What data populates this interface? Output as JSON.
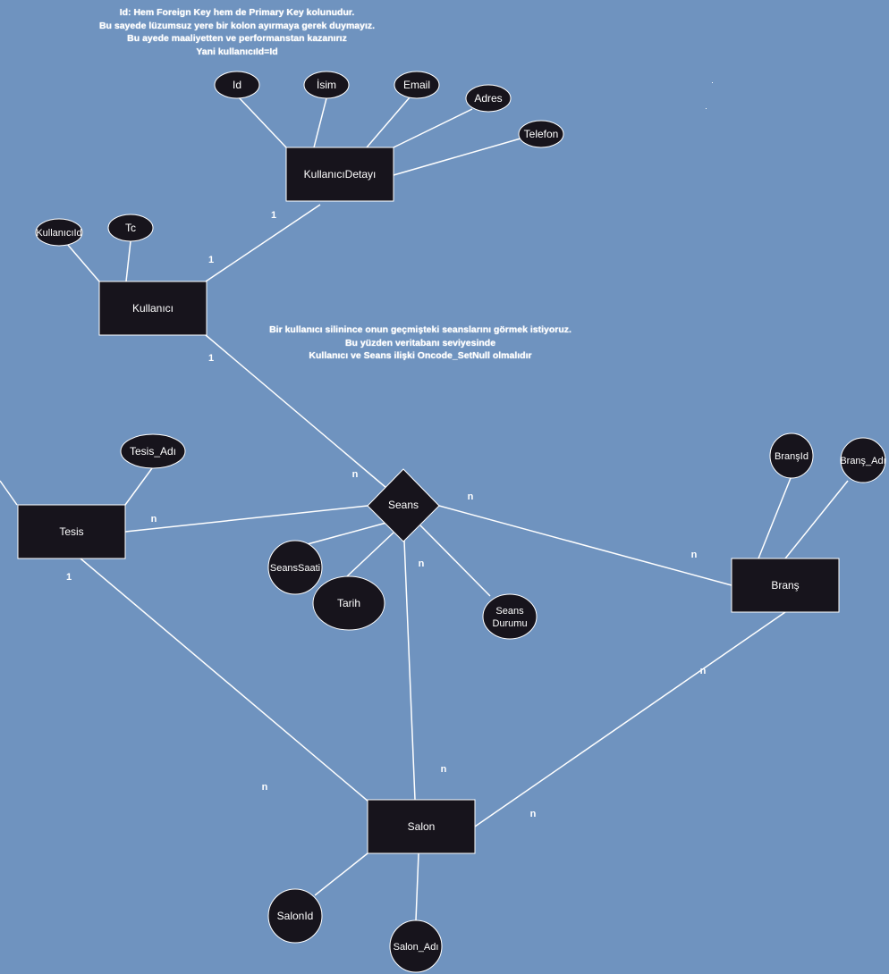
{
  "colors": {
    "background": "#6f93bf",
    "shape_fill": "#17141c",
    "line": "#ffffff",
    "text": "#ffffff"
  },
  "notes": {
    "top": [
      "Id: Hem Foreign Key hem de Primary Key kolunudur.",
      "Bu sayede lüzumsuz yere bir kolon ayırmaya gerek duymayız.",
      "Bu ayede maaliyetten ve performanstan kazanırız",
      "Yani kullanıcıId=Id"
    ],
    "middle": [
      "Bir kullanıcı silinince onun geçmişteki seanslarını görmek istiyoruz.",
      "Bu yüzden veritabanı seviyesinde",
      "Kullanıcı ve Seans ilişki Oncode_SetNull olmalıdır"
    ]
  },
  "entities": {
    "kullanici_detayi": "KullanıcıDetayı",
    "kullanici": "Kullanıcı",
    "tesis": "Tesis",
    "brans": "Branş",
    "salon": "Salon"
  },
  "relationship": {
    "seans": "Seans"
  },
  "attributes": {
    "id": "Id",
    "isim": "İsim",
    "email": "Email",
    "adres": "Adres",
    "telefon": "Telefon",
    "kullanici_id": "KullanıcıId",
    "tc": "Tc",
    "tesis_adi": "Tesis_Adı",
    "brans_id": "BranşId",
    "brans_adi": "Branş_Adı",
    "seans_saati": "SeansSaati",
    "tarih": "Tarih",
    "seans_durumu": [
      "Seans",
      "Durumu"
    ],
    "salon_id": "SalonId",
    "salon_adi": "Salon_Adı"
  },
  "cardinalities": {
    "detay_kullanici_detay": "1",
    "detay_kullanici_kullanici": "1",
    "kullanici_seans_kullanici": "1",
    "kullanici_seans_seans": "n",
    "tesis_seans_tesis": "n",
    "seans_brans_seans": "n",
    "seans_brans_brans": "n",
    "seans_salon_seans": "n",
    "seans_salon_salon": "n",
    "tesis_salon_tesis": "1",
    "tesis_salon_salon": "n",
    "brans_salon_brans": "n",
    "brans_salon_salon": "n"
  }
}
